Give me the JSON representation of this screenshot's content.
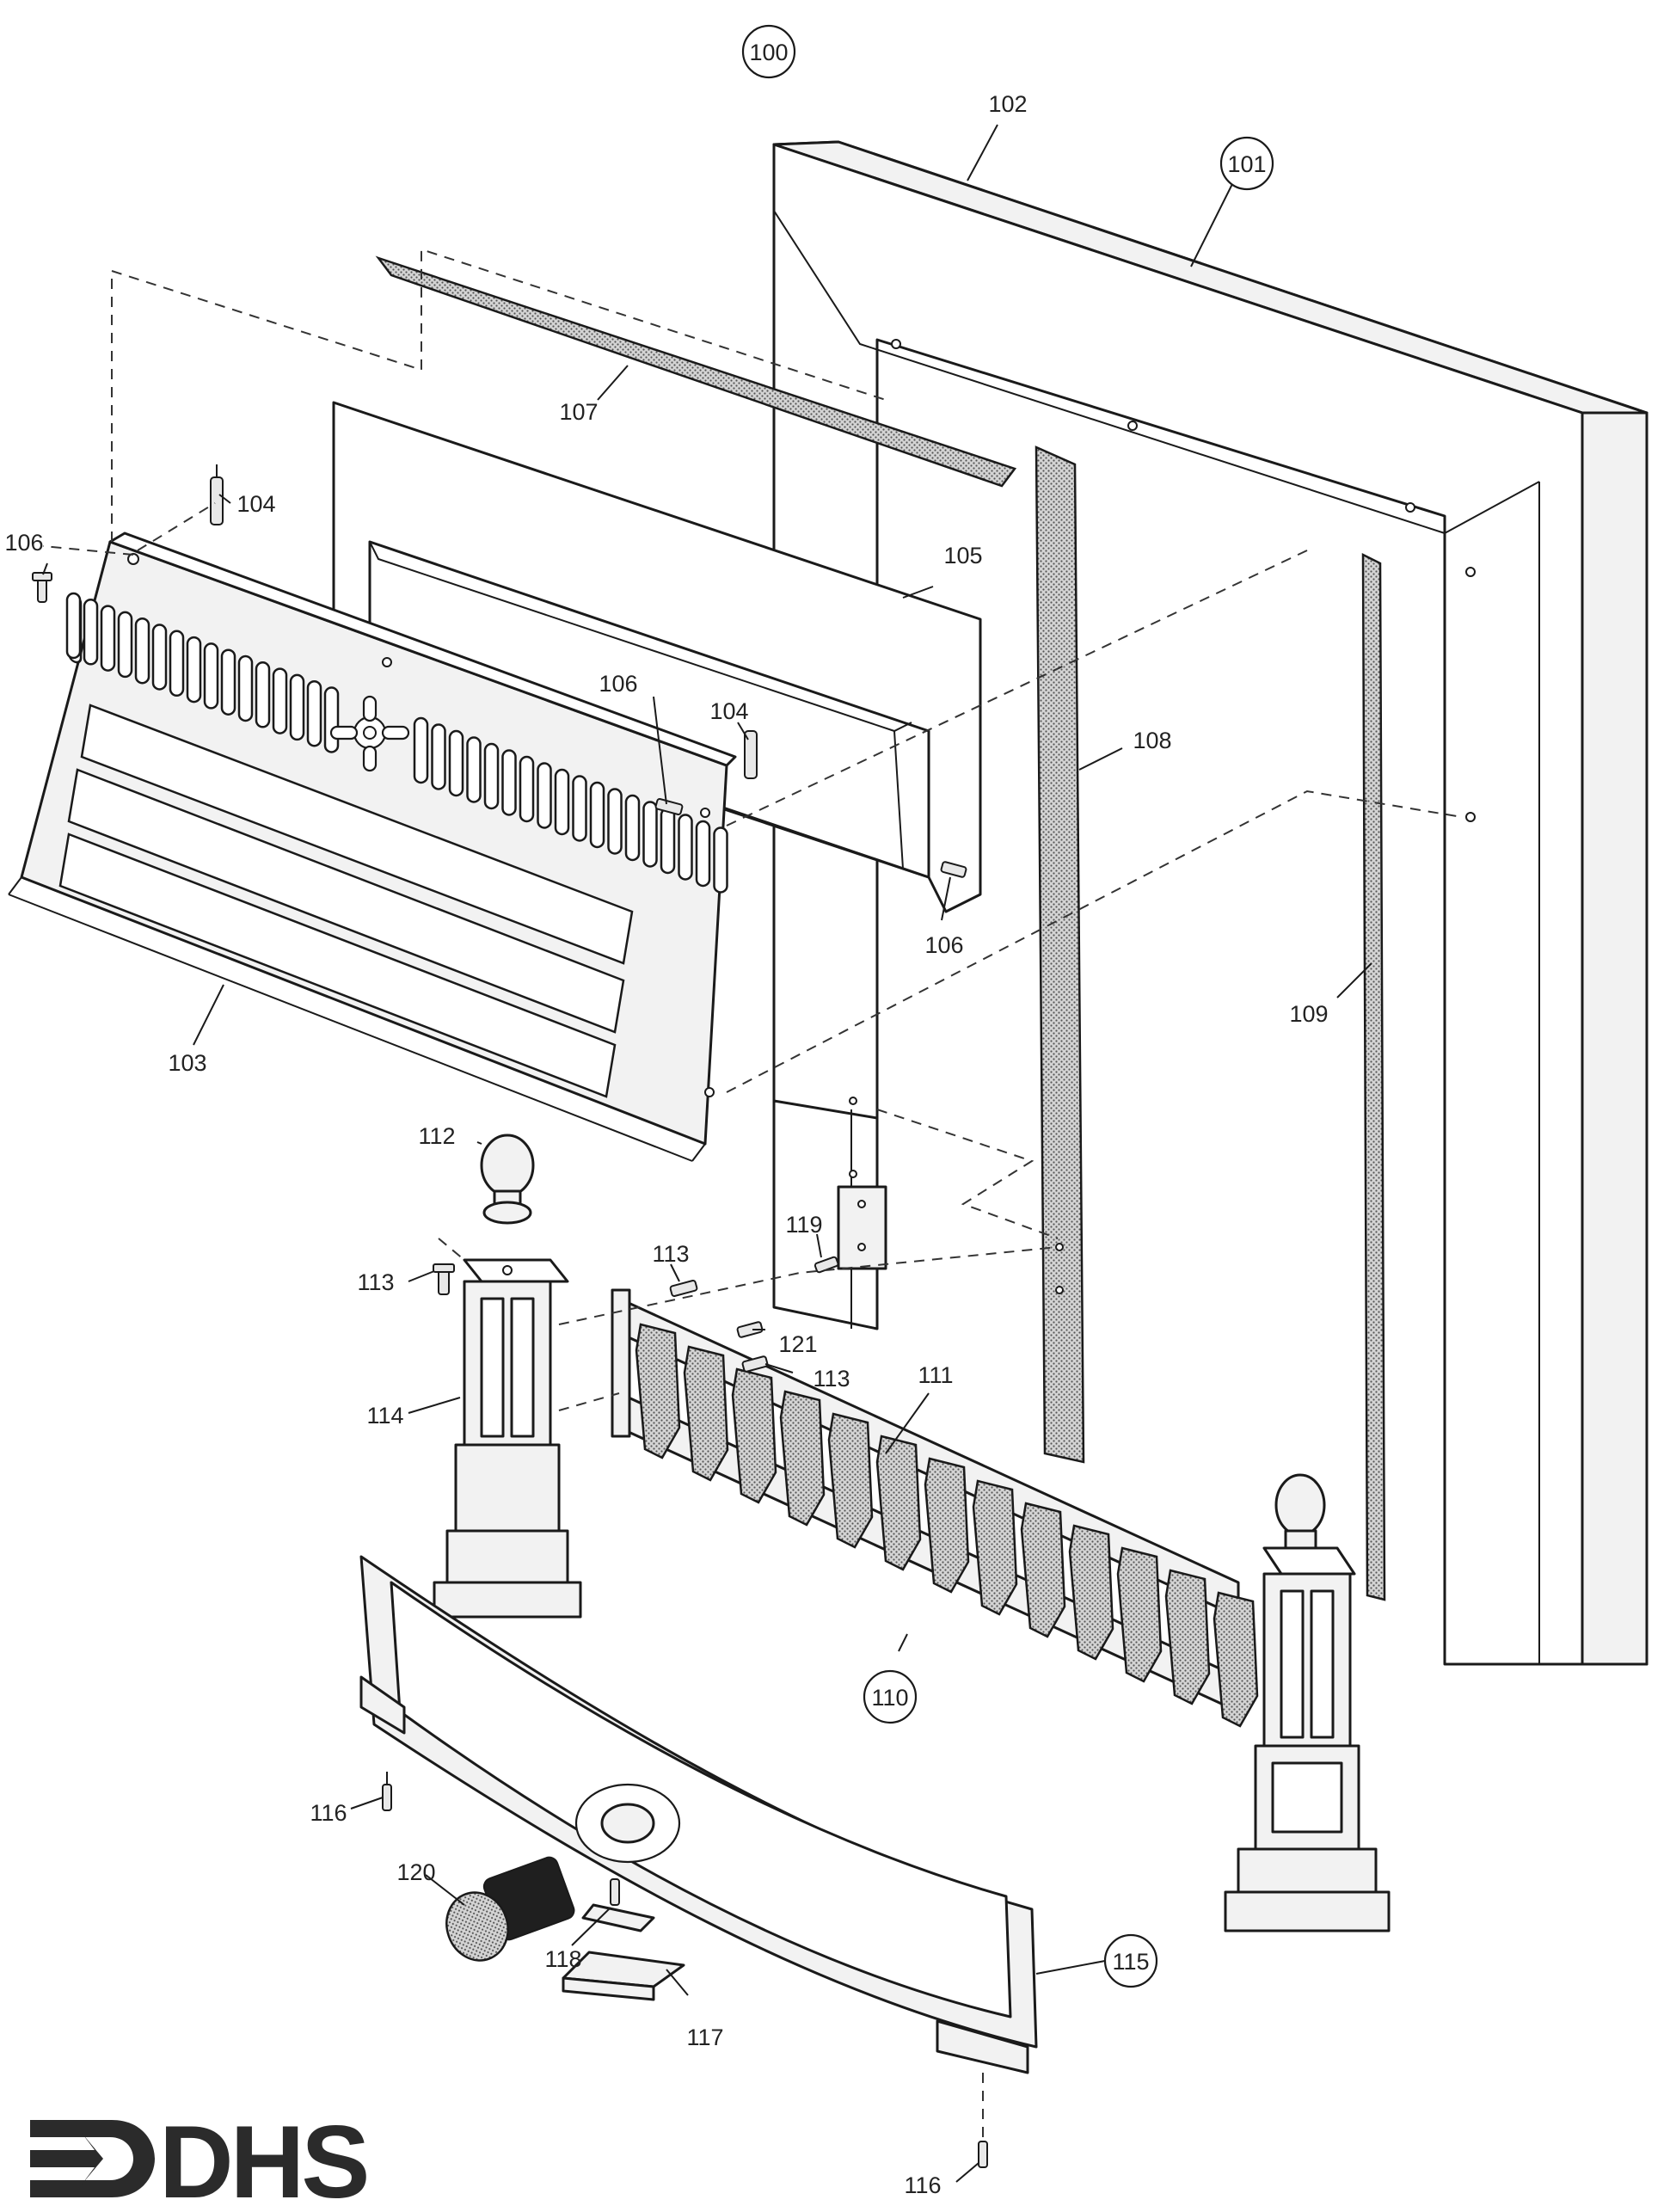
{
  "labels": {
    "p100": "100",
    "p101": "101",
    "p102": "102",
    "p103": "103",
    "p104a": "104",
    "p104b": "104",
    "p105": "105",
    "p106a": "106",
    "p106b": "106",
    "p106c": "106",
    "p107": "107",
    "p108": "108",
    "p109": "109",
    "p110": "110",
    "p111": "111",
    "p112": "112",
    "p113a": "113",
    "p113b": "113",
    "p113c": "113",
    "p114": "114",
    "p115": "115",
    "p116a": "116",
    "p116b": "116",
    "p117": "117",
    "p118": "118",
    "p119": "119",
    "p120": "120",
    "p121": "121"
  },
  "logo": {
    "text": "DHS"
  },
  "colors": {
    "line": "#1a1a1a",
    "part_fill": "#f2f2f2",
    "logo": "#2b2b2b"
  }
}
